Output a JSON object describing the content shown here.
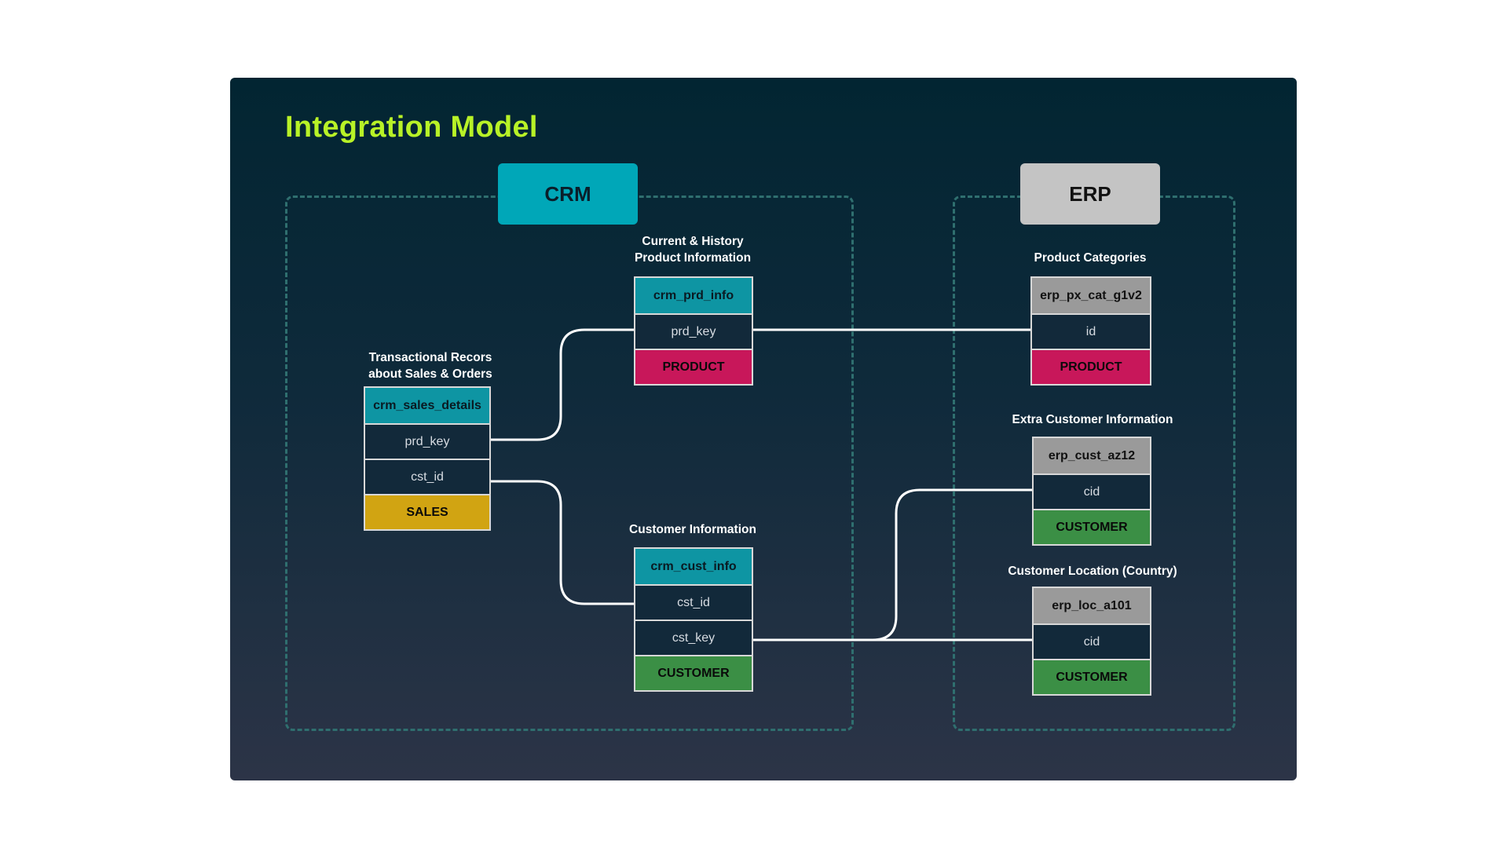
{
  "title": "Integration Model",
  "colors": {
    "title": "#b8f227",
    "crm": "#00a7b8",
    "erp": "#c4c4c4",
    "product": "#c8175a",
    "sales": "#d1a412",
    "customer": "#3b8f45",
    "link": "#ffffff",
    "group_border": "#2f6f6f"
  },
  "groups": {
    "crm": {
      "label": "CRM"
    },
    "erp": {
      "label": "ERP"
    }
  },
  "tables": {
    "crm_sales_details": {
      "caption_line1": "Transactional Recors",
      "caption_line2": "about Sales & Orders",
      "name": "crm_sales_details",
      "columns": [
        "prd_key",
        "cst_id"
      ],
      "tag": "SALES",
      "tag_color": "#d1a412"
    },
    "crm_prd_info": {
      "caption_line1": "Current & History",
      "caption_line2": "Product Information",
      "name": "crm_prd_info",
      "columns": [
        "prd_key"
      ],
      "tag": "PRODUCT",
      "tag_color": "#c8175a"
    },
    "crm_cust_info": {
      "caption_line1": "Customer Information",
      "name": "crm_cust_info",
      "columns": [
        "cst_id",
        "cst_key"
      ],
      "tag": "CUSTOMER",
      "tag_color": "#3b8f45"
    },
    "erp_px_cat_g1v2": {
      "caption_line1": "Product Categories",
      "name": "erp_px_cat_g1v2",
      "columns": [
        "id"
      ],
      "tag": "PRODUCT",
      "tag_color": "#c8175a"
    },
    "erp_cust_az12": {
      "caption_line1": "Extra Customer Information",
      "name": "erp_cust_az12",
      "columns": [
        "cid"
      ],
      "tag": "CUSTOMER",
      "tag_color": "#3b8f45"
    },
    "erp_loc_a101": {
      "caption_line1": "Customer Location (Country)",
      "name": "erp_loc_a101",
      "columns": [
        "cid"
      ],
      "tag": "CUSTOMER",
      "tag_color": "#3b8f45"
    }
  },
  "relationships": [
    {
      "from": "crm_sales_details.prd_key",
      "to": "crm_prd_info.prd_key"
    },
    {
      "from": "crm_sales_details.cst_id",
      "to": "crm_cust_info.cst_id"
    },
    {
      "from": "crm_prd_info.prd_key",
      "to": "erp_px_cat_g1v2.id"
    },
    {
      "from": "crm_cust_info.cst_key",
      "to": "erp_cust_az12.cid"
    },
    {
      "from": "crm_cust_info.cst_key",
      "to": "erp_loc_a101.cid"
    }
  ]
}
